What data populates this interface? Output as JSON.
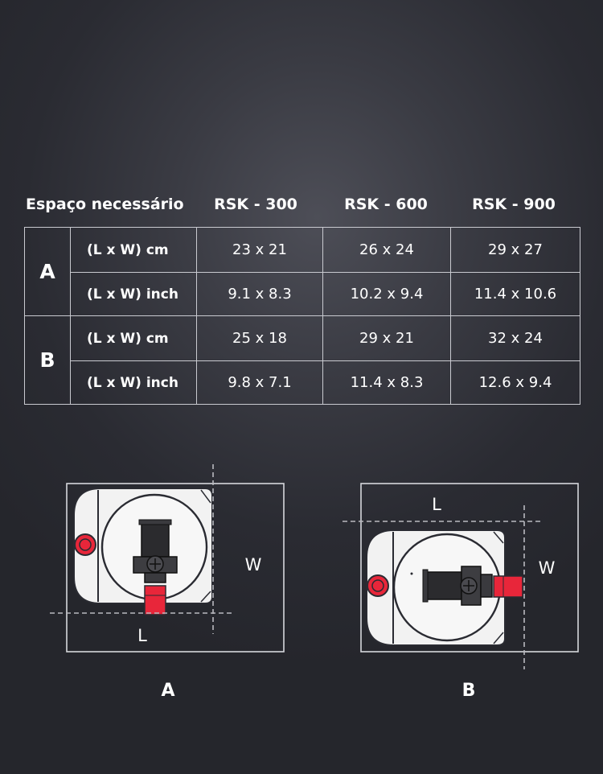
{
  "table": {
    "header": {
      "first": "Espaço necessário",
      "cols": [
        "RSK - 300",
        "RSK - 600",
        "RSK - 900"
      ]
    },
    "groups": [
      {
        "label": "A",
        "rows": [
          {
            "unit": "(L x W) cm",
            "values": [
              "23 x 21",
              "26 x 24",
              "29 x 27"
            ]
          },
          {
            "unit": "(L x W) inch",
            "values": [
              "9.1 x 8.3",
              "10.2 x 9.4",
              "11.4 x 10.6"
            ]
          }
        ]
      },
      {
        "label": "B",
        "rows": [
          {
            "unit": "(L x W) cm",
            "values": [
              "25 x 18",
              "29 x 21",
              "32 x 24"
            ]
          },
          {
            "unit": "(L x W) inch",
            "values": [
              "9.8 x 7.1",
              "11.4 x 8.3",
              "12.6 x 9.4"
            ]
          }
        ]
      }
    ]
  },
  "diagrams": {
    "a": {
      "label": "A",
      "length_label": "L",
      "width_label": "W"
    },
    "b": {
      "label": "B",
      "length_label": "L",
      "width_label": "W"
    }
  },
  "colors": {
    "accent_red": "#e8263a",
    "line": "#d6d7dc",
    "device": "#f2f2f2"
  }
}
